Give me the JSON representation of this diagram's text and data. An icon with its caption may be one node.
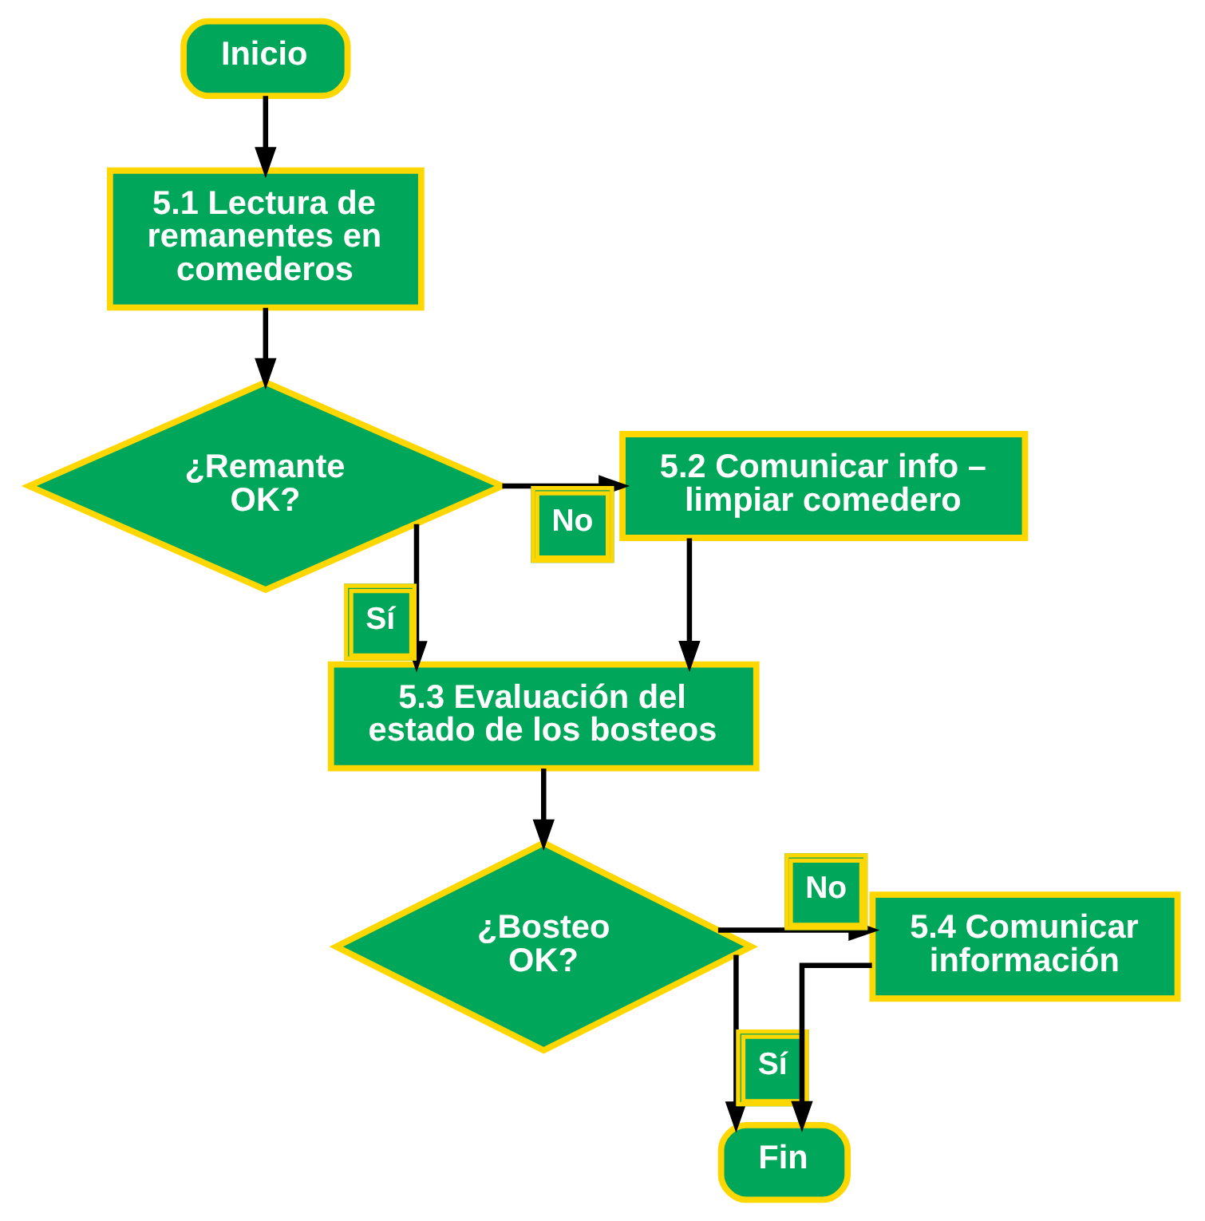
{
  "diagram": {
    "nodes": [
      {
        "text": [
          "Inicio"
        ]
      },
      {
        "text": [
          "5.1 Lectura de remanentes en comederos"
        ]
      },
      {
        "text": [
          "¿Remante OK?"
        ]
      },
      {
        "text": [
          "5.2 Comunicar info – limpiar comedero"
        ]
      },
      {
        "text": [
          "5.3 Evaluación del estado de los bosteos"
        ]
      },
      {
        "text": [
          "¿Bosteo OK?"
        ]
      },
      {
        "text": [
          "5.4 Comunicar información"
        ]
      },
      {
        "text": [
          "Fin"
        ]
      }
    ],
    "edges": [
      {
        "from": 0,
        "to": 1,
        "arrow": "to"
      },
      {
        "from": 1,
        "to": 2,
        "arrow": "to"
      },
      {
        "from": 2,
        "to": 3,
        "arrow": "to",
        "label": "No"
      },
      {
        "from": 2,
        "to": 4,
        "arrow": "to",
        "label": "Sí"
      },
      {
        "from": 3,
        "to": 4,
        "arrow": "to"
      },
      {
        "from": 4,
        "to": 5,
        "arrow": "to"
      },
      {
        "from": 5,
        "to": 6,
        "arrow": "to",
        "label": "No"
      },
      {
        "from": 5,
        "to": 7,
        "arrow": "to",
        "label": "Sí"
      },
      {
        "from": 6,
        "to": 7,
        "arrow": "to"
      }
    ]
  }
}
